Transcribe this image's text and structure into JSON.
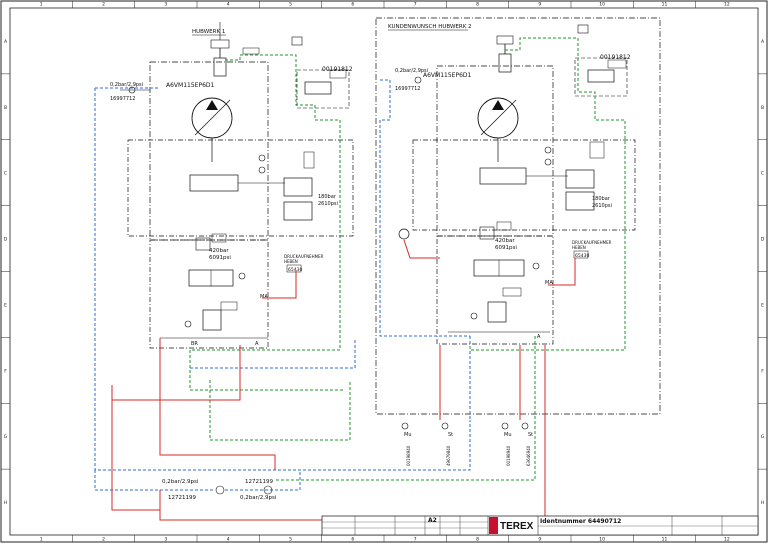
{
  "frame": {
    "col_numbers": [
      "1",
      "2",
      "3",
      "4",
      "5",
      "6",
      "7",
      "8",
      "9",
      "10",
      "11",
      "12"
    ],
    "row_letters": [
      "A",
      "B",
      "C",
      "D",
      "E",
      "F",
      "G",
      "H"
    ]
  },
  "circuit1": {
    "title": "HUBWERK 1",
    "pump_model": "A6VM115EP6D1",
    "pressure_valve": "0,2bar/2,9psi",
    "part_left": "16997712",
    "part_top": "00191812",
    "relief_pressure": "420bar",
    "relief_psi": "6091psi",
    "pressure_low": "180bar",
    "pressure_low_psi": "2610psi",
    "druck_label": "DRUCKAUFNEHMER",
    "druck_label2": "HEBEN",
    "druck_part": "65430",
    "port_ma": "MA",
    "port_br": "BR",
    "port_a": "A"
  },
  "circuit2": {
    "title": "KUNDENWUNSCH HUBWERK 2",
    "pump_model": "A6VM115EP6D1",
    "pressure_valve": "0,2bar/2,9psi",
    "part_left": "16997712",
    "part_top": "00191812",
    "relief_pressure": "420bar",
    "relief_psi": "6091psi",
    "pressure_low": "180bar",
    "pressure_low_psi": "2610psi",
    "druck_label": "DRUCKAUFNEHMER",
    "druck_label2": "HEBEN",
    "druck_part": "65430",
    "port_ma": "MA",
    "port_a": "A"
  },
  "bottom": {
    "valve1_pressure": "0,2bar/2,9psi",
    "valve1_part": "12721199",
    "valve2_part": "12721199",
    "valve2_pressure": "0,2bar/2,9psi"
  },
  "ports": [
    {
      "code": "00198940",
      "label": "Mu"
    },
    {
      "code": "49679840",
      "label": "St"
    },
    {
      "code": "00198940",
      "label": "Mu"
    },
    {
      "code": "63646940",
      "label": "St"
    }
  ],
  "title_block": {
    "format": "A2",
    "logo": "TEREX",
    "ident": "Identnummer 64490712"
  },
  "colors": {
    "blue": "#2f6fd6",
    "green": "#1f9a2a",
    "red": "#d8282a",
    "line": "#111111"
  }
}
